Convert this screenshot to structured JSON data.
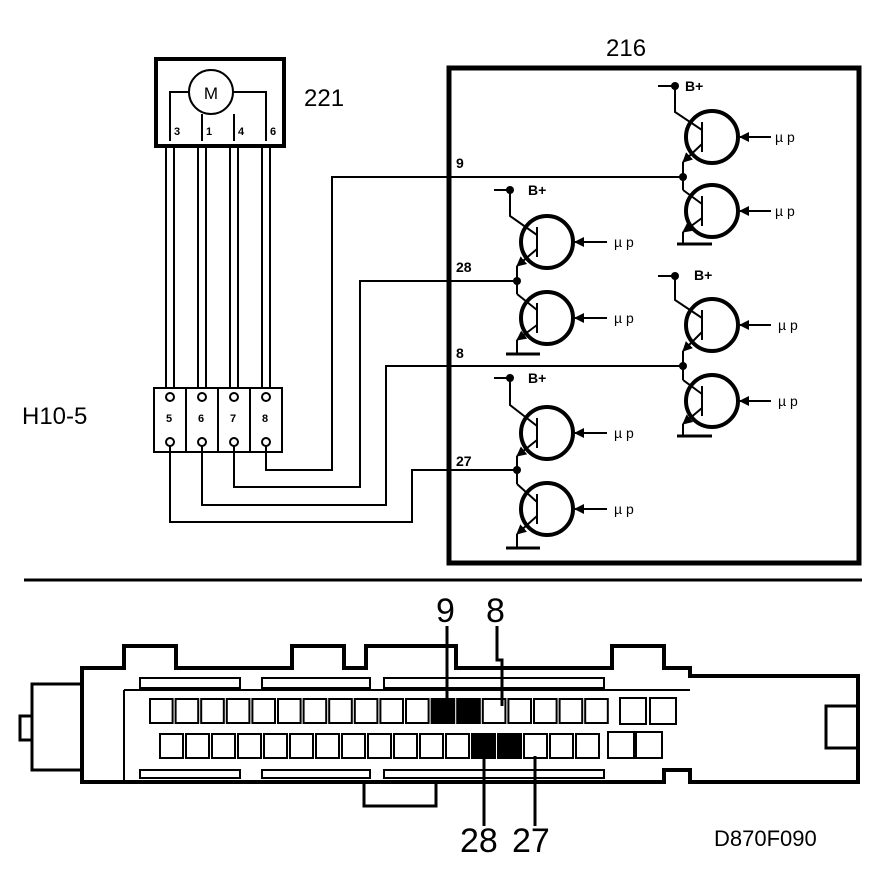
{
  "diagram_code": "D870F090",
  "motor": {
    "id": "221",
    "symbol": "M",
    "pins": [
      "3",
      "1",
      "4",
      "6"
    ]
  },
  "connector": {
    "id": "H10-5",
    "pins": [
      "5",
      "6",
      "7",
      "8"
    ]
  },
  "control_module": {
    "id": "216",
    "pin_labels": [
      "9",
      "28",
      "8",
      "27"
    ],
    "supply_label": "B+",
    "supply_label_alt": "B+",
    "input_label": "µ p"
  },
  "lower_connector": {
    "top_callouts": [
      "9",
      "8"
    ],
    "bottom_callouts": [
      "28",
      "27"
    ]
  }
}
